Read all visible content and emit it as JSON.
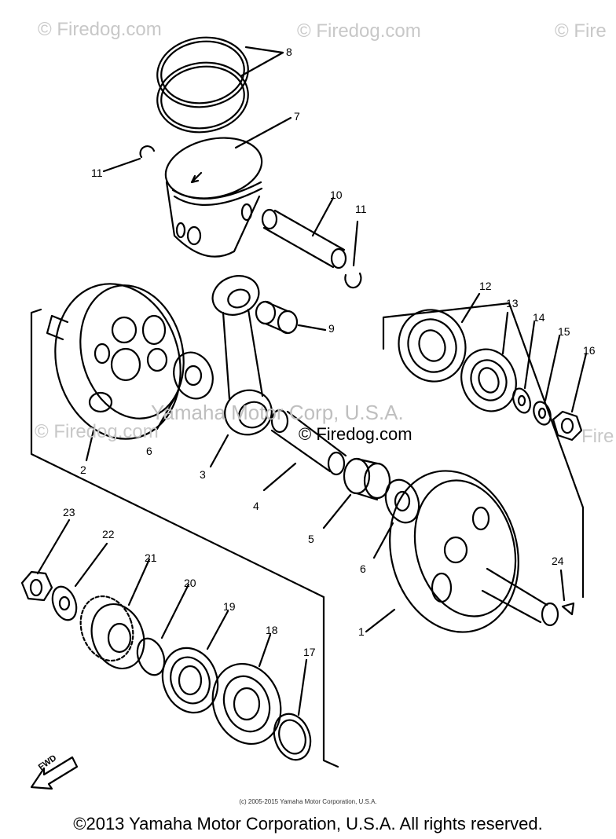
{
  "watermarks": {
    "top_left": "© Firedog.com",
    "top_center": "© Firedog.com",
    "top_right": "© Fire",
    "mid_left": "© Firedog.com",
    "mid_center": "© Firedog.com",
    "mid_right": "Fire",
    "center_text": "Yamaha Motor Corp, U.S.A."
  },
  "callouts": [
    "8",
    "7",
    "11",
    "10",
    "11",
    "9",
    "12",
    "13",
    "14",
    "15",
    "16",
    "2",
    "6",
    "3",
    "4",
    "5",
    "6",
    "1",
    "24",
    "23",
    "22",
    "21",
    "20",
    "19",
    "18",
    "17"
  ],
  "fwd_label": "FWD",
  "copyright_small": "(c) 2005-2015 Yamaha Motor Corporation, U.S.A.",
  "copyright_main": "©2013 Yamaha Motor Corporation, U.S.A. All rights reserved."
}
